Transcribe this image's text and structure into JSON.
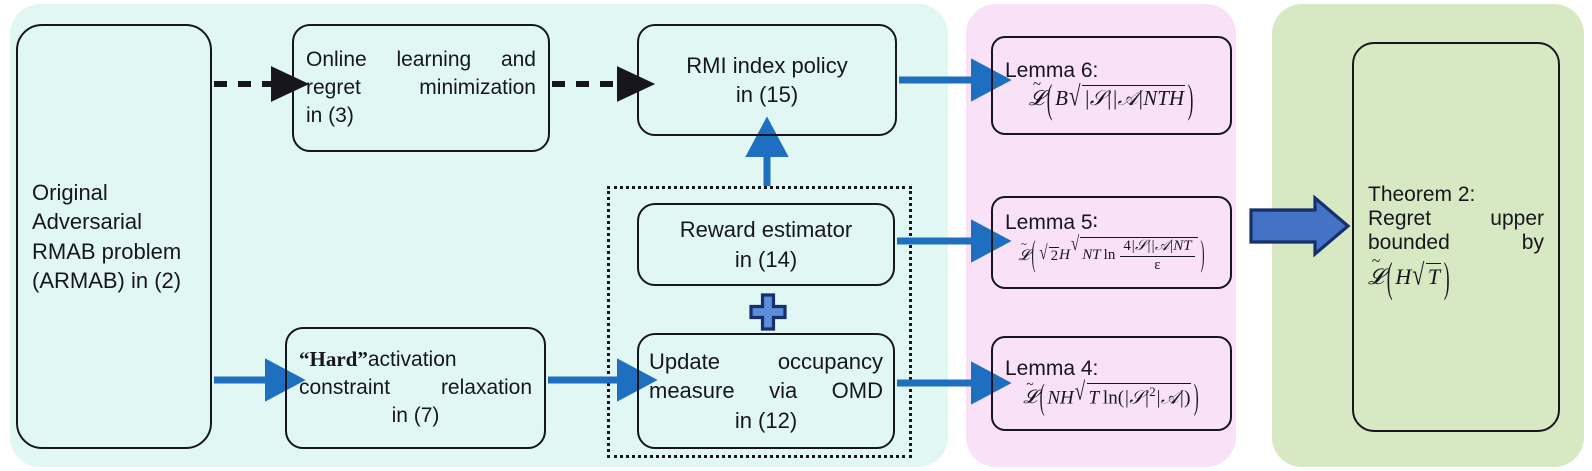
{
  "diagram": {
    "title": "ARMAB algorithm flow and regret decomposition",
    "panels": {
      "algorithm": {
        "name": "algorithm-panel",
        "color": "#e1f7f4"
      },
      "lemmas": {
        "name": "lemma-panel",
        "color": "#f9e2f7"
      },
      "theorem": {
        "name": "theorem-panel",
        "color": "#d7e9c3"
      }
    },
    "colors": {
      "cyan_panel": "#e1f7f4",
      "pink_panel": "#f9e2f7",
      "green_panel": "#d7e9c3",
      "thin_arrow": "#1f6fc0",
      "thick_arrow_fill": "#4472c4",
      "thick_arrow_stroke": "#17306b",
      "dashed_arrow": "#17161f",
      "box_stroke": "#17161f",
      "plus_fill": "#5b8dd9",
      "plus_stroke": "#17306b"
    }
  },
  "nodes": {
    "armab": {
      "id": "original-armab-problem",
      "lines": [
        "Original",
        "Adversarial",
        "RMAB problem",
        "(ARMAB) in (2)"
      ]
    },
    "online_learning": {
      "id": "online-learning-regret-minimization",
      "lines": [
        "Online   learning   and",
        "regret   minimization",
        "in (3)"
      ]
    },
    "rmi_policy": {
      "id": "rmi-index-policy",
      "lines": [
        "RMI index policy",
        "in (15)"
      ]
    },
    "hard_relaxation": {
      "id": "hard-activation-constraint-relaxation",
      "emphasis": "“Hard”",
      "lines": [
        "activation",
        "constraint relaxation",
        "in (7)"
      ]
    },
    "reward_estimator": {
      "id": "reward-estimator",
      "lines": [
        "Reward estimator",
        "in (14)"
      ]
    },
    "update_occupancy": {
      "id": "update-occupancy-measure-omd",
      "lines": [
        "Update   occupancy",
        "measure via OMD",
        "in (12)"
      ]
    }
  },
  "lemmas": [
    {
      "id": "lemma-6",
      "title": "Lemma 6:",
      "formula_text": "Õ( B √(|S||A|NTH) )",
      "symbols": {
        "B": "B",
        "S": "𝒮",
        "A": "𝒜",
        "N": "N",
        "T": "T",
        "H": "H"
      }
    },
    {
      "id": "lemma-5",
      "title": "Lemma 5∶",
      "formula_text": "Õ( √2 H √(NT ln(4|S||A|NT / ε)) )",
      "symbols": {
        "H": "H",
        "N": "N",
        "T": "T",
        "ln": "ln",
        "numerator": "4|S||A|NT",
        "denominator": "ε"
      }
    },
    {
      "id": "lemma-4",
      "title": "Lemma 4:",
      "formula_text": "Õ( NH √(T ln(|S|²|A|)) )",
      "symbols": {
        "N": "N",
        "H": "H",
        "T": "T",
        "ln": "ln"
      }
    }
  ],
  "theorem": {
    "id": "theorem-2",
    "lines": [
      "Theorem 2:",
      "Regret    upper",
      "bounded        by"
    ],
    "formula_text": "Õ( H √T )"
  },
  "connectors": [
    {
      "id": "armab-to-online",
      "style": "dashed",
      "color": "#17161f",
      "from": "armab",
      "to": "online_learning"
    },
    {
      "id": "online-to-rmi",
      "style": "dashed",
      "color": "#17161f",
      "from": "online_learning",
      "to": "rmi_policy"
    },
    {
      "id": "armab-to-hard",
      "style": "solid",
      "color": "#1f6fc0",
      "from": "armab",
      "to": "hard_relaxation"
    },
    {
      "id": "hard-to-update",
      "style": "solid",
      "color": "#1f6fc0",
      "from": "hard_relaxation",
      "to": "update_occupancy"
    },
    {
      "id": "group-to-rmi",
      "style": "solid",
      "color": "#1f6fc0",
      "from": "dotted_group",
      "to": "rmi_policy"
    },
    {
      "id": "rmi-to-lemma6",
      "style": "solid",
      "color": "#1f6fc0",
      "from": "rmi_policy",
      "to": "lemma-6"
    },
    {
      "id": "reward-to-lemma5",
      "style": "solid",
      "color": "#1f6fc0",
      "from": "reward_estimator",
      "to": "lemma-5"
    },
    {
      "id": "update-to-lemma4",
      "style": "solid",
      "color": "#1f6fc0",
      "from": "update_occupancy",
      "to": "lemma-4"
    },
    {
      "id": "lemmas-to-theorem",
      "style": "block",
      "color": "#4472c4",
      "from": "lemma-panel",
      "to": "theorem-2"
    }
  ],
  "plus_operator": {
    "id": "plus-operator",
    "label": "+"
  }
}
